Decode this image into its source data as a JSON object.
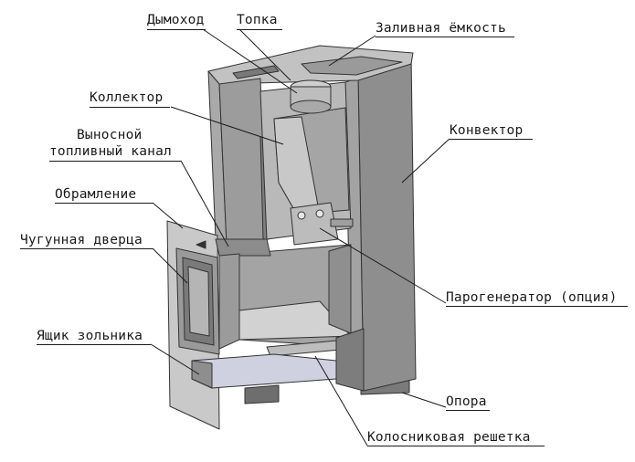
{
  "labels": {
    "chimney": "Дымоход",
    "firebox": "Топка",
    "filling_tank": "Заливная ёмкость",
    "collector": "Коллектор",
    "remote_fuel_channel_1": "Выносной",
    "remote_fuel_channel_2": "топливный канал",
    "framing": "Обрамление",
    "cast_iron_door": "Чугунная дверца",
    "ash_drawer": "Ящик зольника",
    "convector": "Конвектор",
    "steam_generator": "Парогенератор (опция)",
    "support": "Опора",
    "grate": "Колосниковая решетка"
  },
  "colors": {
    "text": "#1a1a1a",
    "body_dark": "#8a8a8a",
    "body_mid": "#b4b4b4",
    "body_light": "#d6d6d6",
    "interior": "#a8a8a8",
    "glass": "#e4e4ee",
    "ash_drawer": "#cfd0e0"
  }
}
